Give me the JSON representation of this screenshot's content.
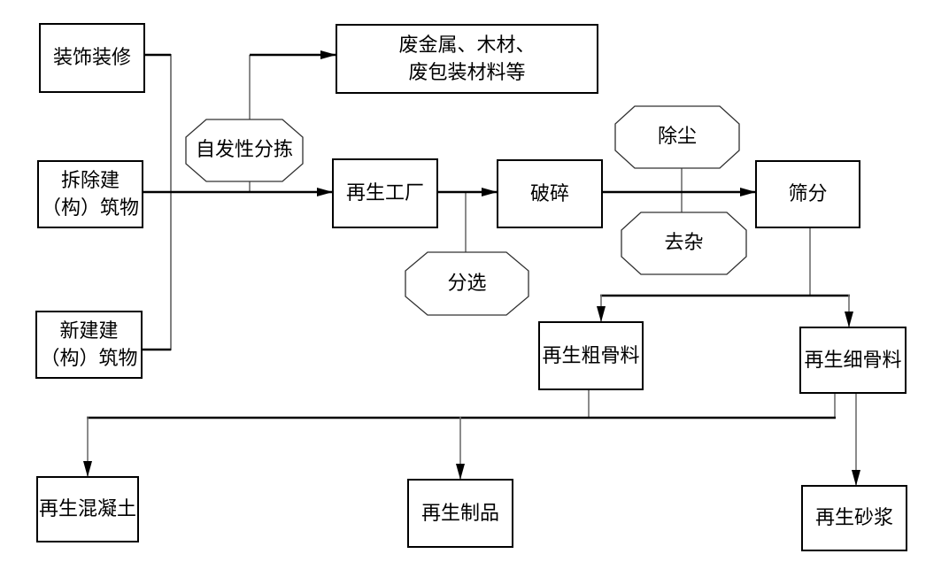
{
  "diagram": {
    "type": "flowchart",
    "colors": {
      "background": "#ffffff",
      "box_border": "#000000",
      "main_line": "#000000",
      "branch_line": "#808080",
      "connector_line": "#6e6e6e",
      "arrowhead": "#000000",
      "text": "#000000"
    }
  },
  "boxes": {
    "decoration": {
      "label": "装饰装修"
    },
    "demolished": {
      "line1": "拆除建",
      "line2": "（构）筑物"
    },
    "new_construction": {
      "line1": "新建建",
      "line2": "（构）筑物"
    },
    "waste_materials": {
      "line1": "废金属、木材、",
      "line2": "废包装材料等"
    },
    "recycling_plant": {
      "label": "再生工厂"
    },
    "crushing": {
      "label": "破碎"
    },
    "screening": {
      "label": "筛分"
    },
    "coarse_aggregate": {
      "label": "再生粗骨料"
    },
    "fine_aggregate": {
      "label": "再生细骨料"
    },
    "recycled_concrete": {
      "label": "再生混凝土"
    },
    "recycled_products": {
      "label": "再生制品"
    },
    "recycled_mortar": {
      "label": "再生砂浆"
    }
  },
  "octagons": {
    "spontaneous_sorting": {
      "label": "自发性分拣"
    },
    "sorting": {
      "label": "分选"
    },
    "dust_removal": {
      "label": "除尘"
    },
    "impurity_removal": {
      "label": "去杂"
    }
  }
}
